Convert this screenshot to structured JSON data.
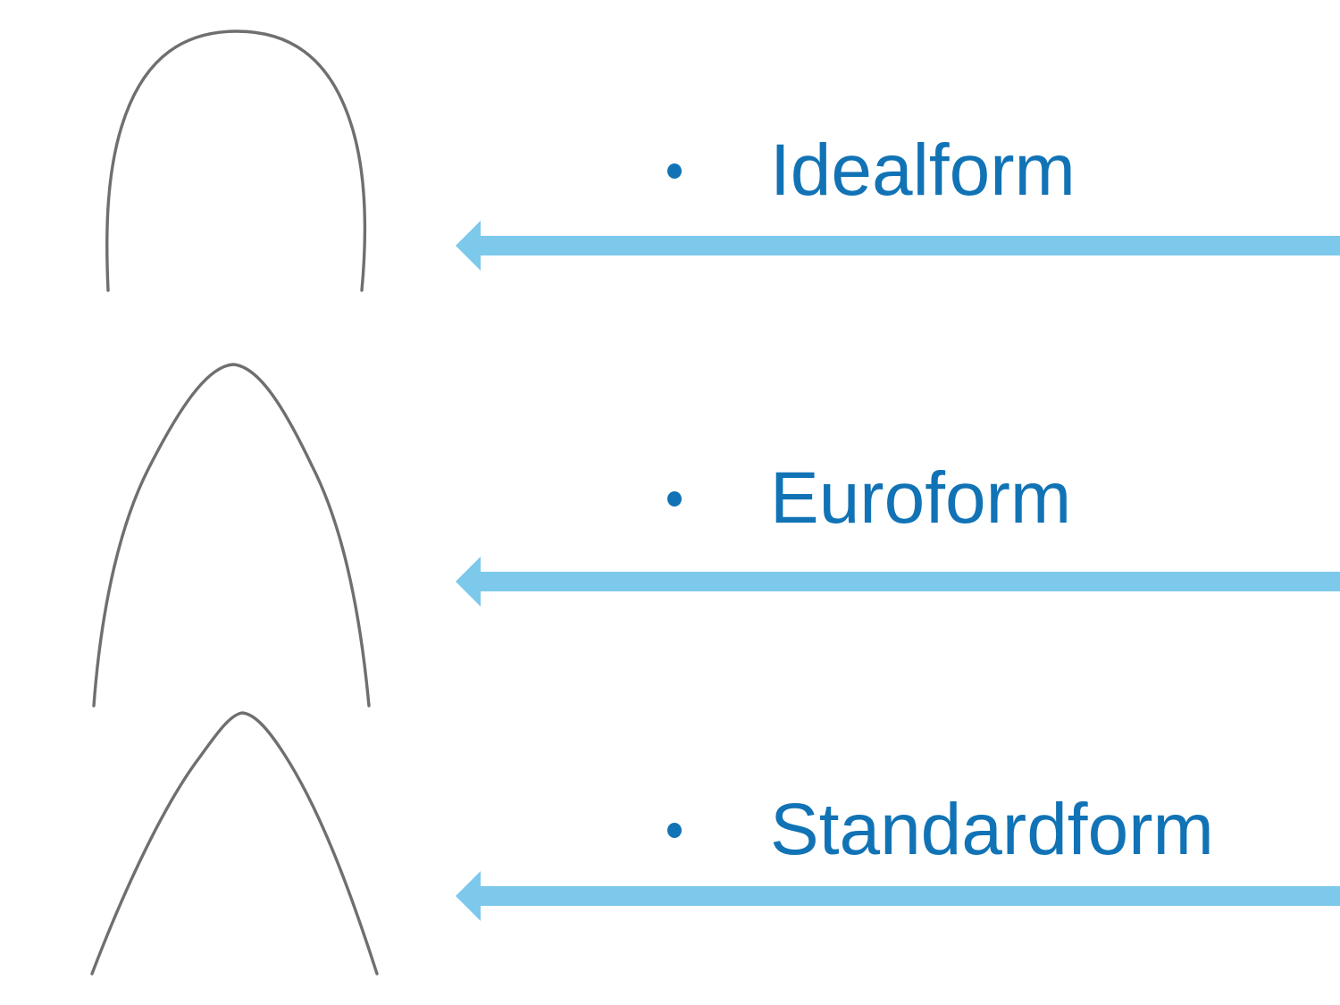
{
  "slide": {
    "background": "#ffffff",
    "description_items": [
      {
        "label": "Idealform",
        "bullet": "dot",
        "image": "idealform-archwire"
      },
      {
        "label": "Euroform",
        "bullet": "dot",
        "image": "euroform-archwire"
      },
      {
        "label": "Standardform",
        "bullet": "dot",
        "image": "standardform-archwire"
      }
    ]
  },
  "colors": {
    "label_blue": "#1173b5",
    "arrow_blue": "#7cc9ec",
    "wire_gray": "#6f6f6f"
  }
}
